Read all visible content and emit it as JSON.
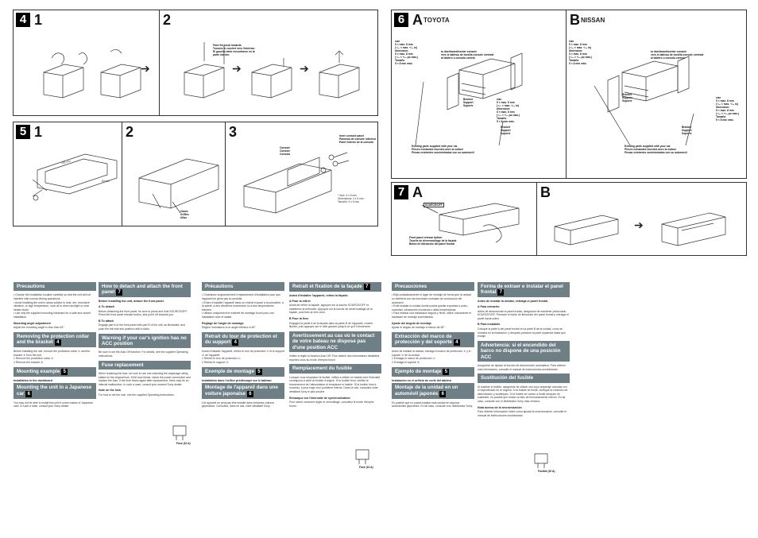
{
  "panel4": {
    "badge": "4",
    "step1": "1",
    "step2": "2",
    "hook_label": "Face the hook inwards.\nTournez le crochet vers l'intérieur.\nEl gancho debe encontrarse en la parte interior."
  },
  "panel5": {
    "badge": "5",
    "step1": "1",
    "step2": "2",
    "step3": "3",
    "dim_182": "182 mm",
    "dim_53": "53 mm",
    "claws": "Claws\nGriffes\nUñas",
    "console": "Console\nConsole\nConsola",
    "inner_panel": "Inner console panel\nPanneau de console intérieur\nPanel interno de la consola",
    "note": "* Not supplied\n* Non fourni\n* No suministrado",
    "size_note": "* Size: 4 x 5 mm\nDimensions: 4 x 5 mm\nTamaño: 4 x 5 mm"
  },
  "panel6": {
    "badge": "6",
    "a_letter": "A",
    "a_title": "TOYOTA",
    "b_letter": "B",
    "b_title": "NISSAN",
    "size_note": "size\n5 × max. 8 mm\n(⁷⁄₃₂ × max. ⁵⁄₁₆ in)\ndimension\n5 × max. 8 mm\n(⁷⁄₃₂ × ⁵⁄₁₆ po max.)\nTamaño\n5 × 8 mm máx.",
    "dashboard": "to dashboard/center console\nvers le tableau de bord/la console centrale\nal tablero o consola central",
    "bracket": "Bracket\nSupport\nSoporte",
    "existing_parts": "Existing parts supplied with your car\nPièces existantes fournies avec la voiture\nPiezas existentes suministradas con su automóvil"
  },
  "panel7": {
    "badge": "7",
    "a_letter": "A",
    "b_letter": "B",
    "button_text": "SOURCE/OFF",
    "release": "Front panel release button\nTouche de déverrouillage de la façade\nBotón de liberación del panel frontal"
  },
  "columns": [
    [
      {
        "type": "hdr",
        "text": "Precautions"
      },
      {
        "type": "txt",
        "text": "• Choose the installation location carefully so that the unit will not interfere with normal driving operations.\n• Avoid installing the unit in areas subject to dust, dirt, excessive vibration, or high temperature, such as in direct sunlight or near heater ducts.\n• Use only the supplied mounting hardware for a safe and secure installation."
      },
      {
        "type": "sub",
        "text": "Mounting angle adjustment"
      },
      {
        "type": "txt",
        "text": "Adjust the mounting angle to less than 45°."
      },
      {
        "type": "hdr",
        "text": "Removing the protection collar and the bracket",
        "badge": "4"
      },
      {
        "type": "txt",
        "text": "Before installing the unit, remove the protection collar ① and the bracket ② from the unit.\n1 Remove the protection collar ①.\n2 Remove the bracket ②."
      },
      {
        "type": "hdr",
        "text": "Mounting example",
        "badge": "5"
      },
      {
        "type": "sub",
        "text": "Installation in the dashboard"
      },
      {
        "type": "hdr",
        "text": "Mounting the unit in a Japanese car",
        "badge": "6"
      },
      {
        "type": "txt",
        "text": "You may not be able to install this unit in some makes of Japanese cars. In such a case, consult your Sony dealer."
      }
    ],
    [
      {
        "type": "hdr",
        "text": "How to detach and attach the front panel",
        "badge": "7"
      },
      {
        "type": "sub",
        "text": "Before installing the unit, detach the front panel."
      },
      {
        "type": "sub",
        "text": "A To detach"
      },
      {
        "type": "txt",
        "text": "Before detaching the front panel, be sure to press and hold SOURCE/OFF. Press the front panel release button, and pull it off towards you."
      },
      {
        "type": "sub",
        "text": "B To attach"
      },
      {
        "type": "txt",
        "text": "Engage part A of the front panel with part B of the unit, as illustrated, and push the left side into position until it clicks."
      },
      {
        "type": "hdr",
        "text": "Warning if your car's ignition has no ACC position"
      },
      {
        "type": "txt",
        "text": "Be sure to set the Auto Off function. For details, see the supplied Operating Instructions."
      },
      {
        "type": "hdr",
        "text": "Fuse replacement"
      },
      {
        "type": "txt",
        "text": "When replacing the fuse, be sure to use one matching the amperage rating stated on the original fuse. If the fuse blows, check the power connection and replace the fuse. If the fuse blows again after replacement, there may be an internal malfunction. In such a case, consult your nearest Sony dealer."
      },
      {
        "type": "sub",
        "text": "Note on the lock"
      },
      {
        "type": "txt",
        "text": "For how to set the lock, see the supplied Operating Instructions."
      }
    ],
    [
      {
        "type": "hdr",
        "text": "Précautions"
      },
      {
        "type": "txt",
        "text": "• Choisissez soigneusement l'emplacement d'installation pour que l'appareil ne gêne pas la conduite.\n• Evitez d'installer l'appareil dans un endroit exposé à la poussière, à la saleté, à des vibrations excessives ou à des températures élevées.\n• Utilisez uniquement le matériel de montage fourni pour une installation sûre et stable."
      },
      {
        "type": "sub",
        "text": "Réglage de l'angle de montage"
      },
      {
        "type": "txt",
        "text": "Réglez l'inclinaison à un angle inférieur à 45°."
      },
      {
        "type": "hdr",
        "text": "Retrait du tour de protection et du support",
        "badge": "4"
      },
      {
        "type": "txt",
        "text": "Avant d'installer l'appareil, retirez le tour de protection ① et le support ② de l'appareil.\n1 Retirez le tour de protection ①.\n2 Retirez le support ②."
      },
      {
        "type": "hdr",
        "text": "Exemple de montage",
        "badge": "5"
      },
      {
        "type": "sub",
        "text": "Installation dans l'orifice prédécoupé sur le tableau"
      },
      {
        "type": "hdr",
        "text": "Montage de l'appareil dans une voiture japonaise",
        "badge": "6"
      },
      {
        "type": "txt",
        "text": "Cet appareil ne peut pas être installé dans certaines voitures japonaises. Consultez, dans ce cas, votre détaillant Sony."
      }
    ],
    [
      {
        "type": "hdr",
        "text": "Retrait et fixation de la façade",
        "badge": "7"
      },
      {
        "type": "sub",
        "text": "Avant d'installer l'appareil, retirez la façade."
      },
      {
        "type": "sub",
        "text": "A Pour la retirer"
      },
      {
        "type": "txt",
        "text": "Avant de retirer la façade, appuyez sur la touche SOURCE/OFF et maintenez-la enfoncée. Appuyez sur la touche de déverrouillage de la façade, puis tirez-la vers vous."
      },
      {
        "type": "sub",
        "text": "B Pour la fixer"
      },
      {
        "type": "txt",
        "text": "Engagez la partie A de la façade dans la partie B de l'appareil, comme illustré, puis appuyez sur le côté gauche jusqu'à ce qu'il s'enclenche."
      },
      {
        "type": "hdr",
        "text": "Avertissement au cas où le contact de votre bateau ne dispose pas d'une position ACC"
      },
      {
        "type": "txt",
        "text": "Veillez à régler la fonction Auto Off. Pour obtenir des informations détaillées, reportez-vous au mode d'emploi fourni."
      },
      {
        "type": "hdr",
        "text": "Remplacement du fusible"
      },
      {
        "type": "txt",
        "text": "Lorsque vous remplacez le fusible, veillez à utiliser un fusible dont l'intensité correspond à celle du fusible d'origine. Si le fusible fond, vérifiez le branchement de l'alimentation et remplacez le fusible. Si le fusible fond à nouveau, il peut s'agir d'un problème interne. Dans ce cas, consultez votre détaillant Sony le plus proche."
      },
      {
        "type": "sub",
        "text": "Remarque sur l'intervalle de synchronisation"
      },
      {
        "type": "txt",
        "text": "Pour savoir comment régler le verrouillage, consultez le mode d'emploi fourni."
      }
    ],
    [
      {
        "type": "hdr",
        "text": "Precauciones"
      },
      {
        "type": "txt",
        "text": "• Elija cuidadosamente el lugar de montaje de forma que la unidad no interfiera con las funciones normales de conducción del automóvil.\n• Evite instalar la unidad donde pueda quedar expuesta a polvo, suciedad, vibraciones excesivas o altas temperaturas.\n• Para realizar una instalación segura y firme, utilice únicamente el hardware de montaje suministrado."
      },
      {
        "type": "sub",
        "text": "Ajuste del ángulo de montaje"
      },
      {
        "type": "txt",
        "text": "Ajuste el ángulo de montaje a menos de 45°."
      },
      {
        "type": "hdr",
        "text": "Extracción del marco de protección y del soporte",
        "badge": "4"
      },
      {
        "type": "txt",
        "text": "Antes de instalar la unidad, extraiga el marco de protección ① y el soporte ② de la unidad.\n1 Extraiga el marco de protección ①.\n2 Extraiga el soporte ②."
      },
      {
        "type": "hdr",
        "text": "Ejemplo de montaje",
        "badge": "5"
      },
      {
        "type": "sub",
        "text": "Instalación en el orificio de corte del tablero"
      },
      {
        "type": "hdr",
        "text": "Montaje de la unidad en un automóvil japonés",
        "badge": "6"
      },
      {
        "type": "txt",
        "text": "Es posible que no pueda instalar esta unidad en algunos automóviles japoneses. En tal caso, consulte a su distribuidor Sony."
      }
    ],
    [
      {
        "type": "hdr",
        "text": "Forma de extraer e instalar el panel frontal",
        "badge": "7"
      },
      {
        "type": "sub",
        "text": "Antes de instalar la unidad, extraiga el panel frontal."
      },
      {
        "type": "sub",
        "text": "A Para extraerlo"
      },
      {
        "type": "txt",
        "text": "Antes de desconectar el panel frontal, asegúrese de mantener presionado SOURCE/OFF. Presione el botón de liberación del panel frontal y extraiga el panel hacia usted."
      },
      {
        "type": "sub",
        "text": "B Para instalarlo"
      },
      {
        "type": "txt",
        "text": "Coloque la parte A del panel frontal en la parte B de la unidad, como se muestra en la ilustración, y después presione la parte izquierda hasta que encaje."
      },
      {
        "type": "hdr",
        "text": "Advertencia: si el encendido del barco no dispone de una posición ACC"
      },
      {
        "type": "txt",
        "text": "Asegúrese de ajustar la función de desconexión automática. Para obtener más información, consulte el manual de instrucciones suministrado."
      },
      {
        "type": "hdr",
        "text": "Sustitución del fusible"
      },
      {
        "type": "txt",
        "text": "Al sustituir el fusible, asegúrese de utilizar uno cuyo amperaje coincida con el especificado en el original. Si el fusible se funde, verifique la conexión de alimentación y sustitúyalo. Si el fusible se vuelve a fundir después de sustituirlo, es posible que exista un fallo de funcionamiento interno. En tal caso, consulte con el distribuidor Sony más cercano."
      },
      {
        "type": "sub",
        "text": "Nota acerca de la sincronización"
      },
      {
        "type": "txt",
        "text": "Para obtener información sobre cómo ajustar la sincronización, consulte el manual de instrucciones suministrado."
      }
    ]
  ],
  "fuse_label": "Fuse (10 A)",
  "fuse_label_es": "Fusible (10 A)"
}
